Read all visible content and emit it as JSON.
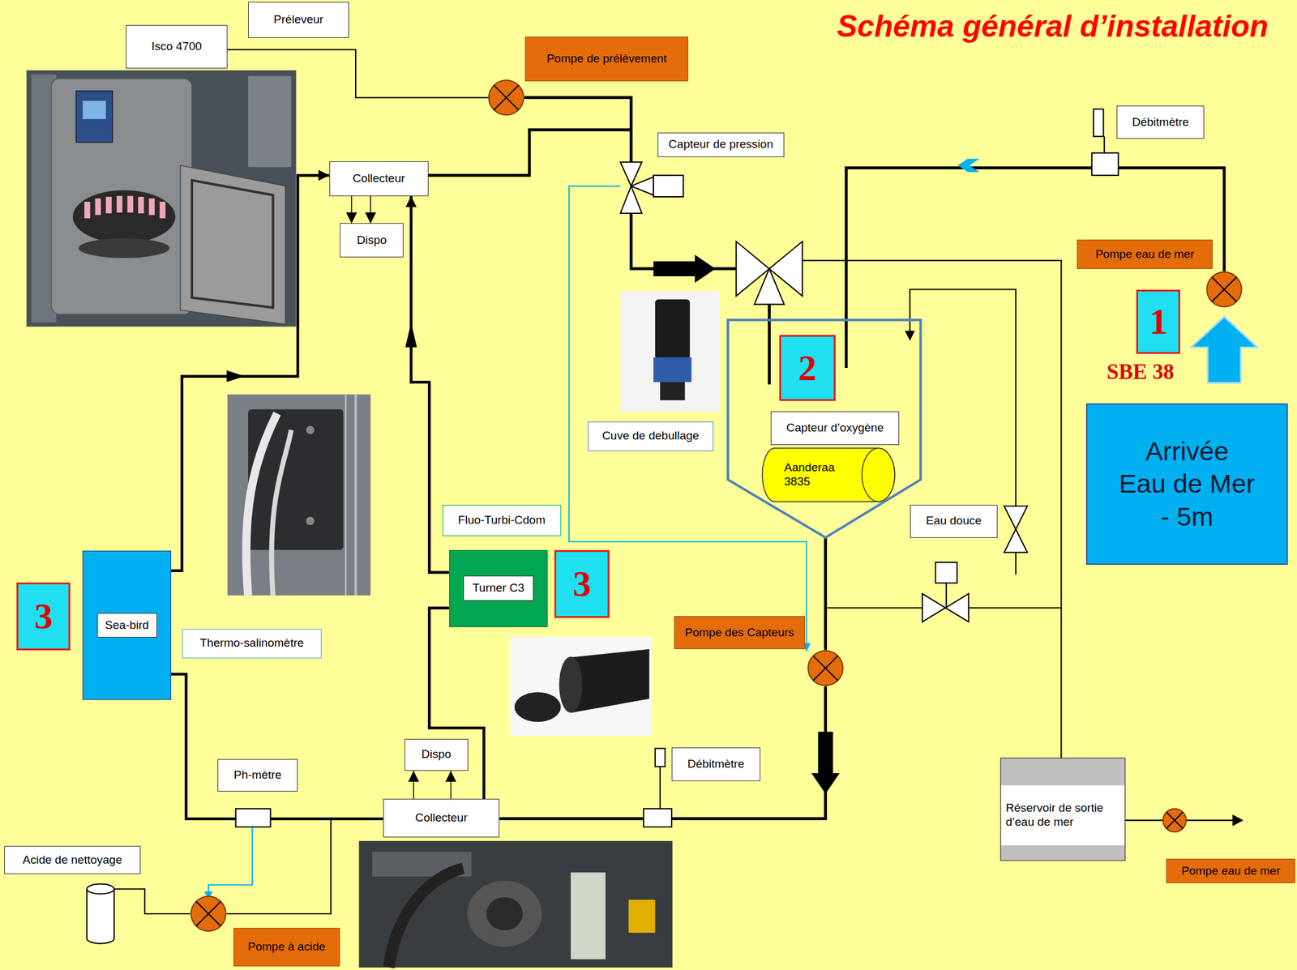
{
  "diagram": {
    "title": "Schéma général d’installation",
    "nodes": [
      {
        "text": [
          "Isco 4700"
        ]
      },
      {
        "text": [
          "Préleveur"
        ]
      },
      {
        "text": [
          "Pompe de prélèvement"
        ]
      },
      {
        "text": [
          "Capteur de pression"
        ]
      },
      {
        "text": [
          "Collecteur"
        ]
      },
      {
        "text": [
          "Dispo"
        ]
      },
      {
        "text": [
          "Débitmètre"
        ]
      },
      {
        "text": [
          "Pompe eau de mer"
        ]
      },
      {
        "text": [
          "1"
        ]
      },
      {
        "text": [
          "Arrivée Eau de Mer - 5m"
        ]
      },
      {
        "text": [
          "2"
        ]
      },
      {
        "text": [
          "Capteur d’oxygène"
        ]
      },
      {
        "text": [
          "Cuve de debullage"
        ]
      },
      {
        "text": [
          "Aanderaa 3835"
        ]
      },
      {
        "text": [
          "Fluo-Turbi-Cdom"
        ]
      },
      {
        "text": [
          "Turner C3"
        ]
      },
      {
        "text": [
          "3"
        ]
      },
      {
        "text": [
          "3"
        ]
      },
      {
        "text": [
          "Sea-bird"
        ]
      },
      {
        "text": [
          "Thermo-salinomètre"
        ]
      },
      {
        "text": [
          "Eau douce"
        ]
      },
      {
        "text": [
          "Pompe des Capteurs"
        ]
      },
      {
        "text": [
          "Dispo"
        ]
      },
      {
        "text": [
          "Ph-mètre"
        ]
      },
      {
        "text": [
          "Collecteur"
        ]
      },
      {
        "text": [
          "Débitmètre"
        ]
      },
      {
        "text": [
          "Réservoir de sortie d’eau de mer"
        ]
      },
      {
        "text": [
          "Acide de nettoyage"
        ]
      },
      {
        "text": [
          "Pompe à acide"
        ]
      },
      {
        "text": [
          "Pompe eau de mer"
        ]
      }
    ],
    "edges": [
      {
        "from": 4,
        "to": 5,
        "arrow": "to"
      },
      {
        "from": 4,
        "to": 5,
        "arrow": "to"
      },
      {
        "from": 24,
        "to": 22,
        "arrow": "to"
      },
      {
        "from": 24,
        "to": 22,
        "arrow": "to"
      },
      {
        "from": 18,
        "to": 4,
        "arrow": "to"
      },
      {
        "from": 15,
        "to": 4,
        "arrow": "to"
      },
      {
        "from": 24,
        "to": 15,
        "arrow": "none"
      },
      {
        "from": 24,
        "to": 18,
        "arrow": "none"
      }
    ],
    "labels": [
      "SBE 38"
    ]
  }
}
